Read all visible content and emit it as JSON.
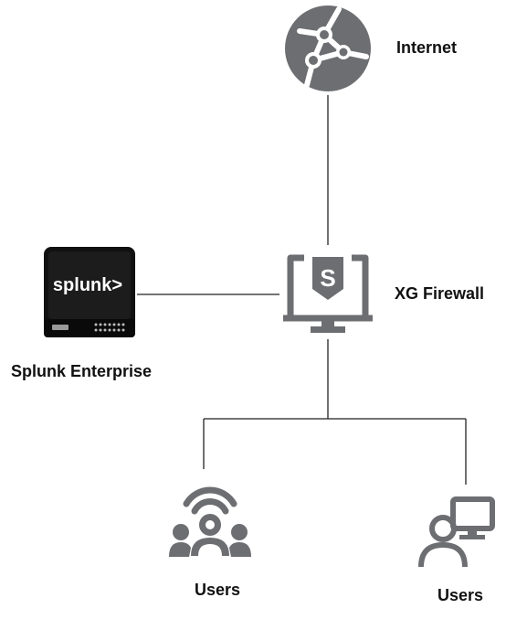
{
  "nodes": {
    "internet": {
      "label": "Internet",
      "icon": "globe-network-icon"
    },
    "firewall": {
      "label": "XG Firewall",
      "icon": "monitor-shield-icon",
      "badge": "S"
    },
    "splunk": {
      "label": "Splunk Enterprise",
      "icon": "server-appliance-icon",
      "brand": "splunk>"
    },
    "users_wifi": {
      "label": "Users",
      "icon": "wifi-users-group-icon"
    },
    "users_desktop": {
      "label": "Users",
      "icon": "desktop-user-icon"
    }
  },
  "colors": {
    "icon_gray": "#6d6e71",
    "line": "#222222",
    "server_dark": "#111111",
    "server_green": "#6dbf4b"
  }
}
